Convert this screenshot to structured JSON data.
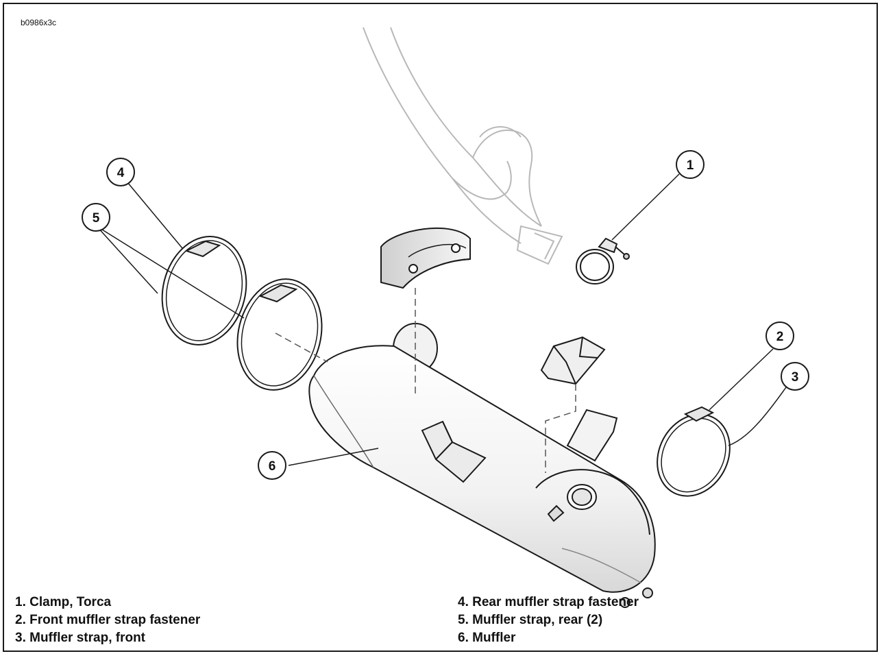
{
  "figure_id": "b0986x3c",
  "callouts": [
    "1",
    "2",
    "3",
    "4",
    "5",
    "6"
  ],
  "legend": {
    "left": [
      "1. Clamp, Torca",
      "2. Front muffler strap fastener",
      "3. Muffler strap, front"
    ],
    "right": [
      "4. Rear muffler strap fastener",
      "5. Muffler strap, rear (2)",
      "6. Muffler"
    ]
  },
  "colors": {
    "line": "#1a1a1a",
    "faded_line": "#b8b8b8",
    "part_fill": "#f4f4f4",
    "part_shade": "#d9d9d9"
  }
}
